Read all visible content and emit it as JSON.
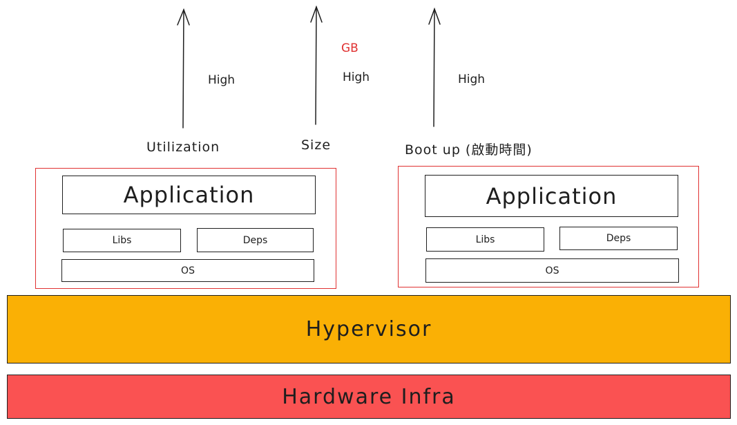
{
  "arrows": [
    {
      "label": "Utilization",
      "level": "High"
    },
    {
      "label": "Size",
      "level": "High",
      "unit": "GB"
    },
    {
      "label": "Boot up (啟動時間)",
      "level": "High"
    }
  ],
  "vms": [
    {
      "application": "Application",
      "libs": "Libs",
      "deps": "Deps",
      "os": "OS"
    },
    {
      "application": "Application",
      "libs": "Libs",
      "deps": "Deps",
      "os": "OS"
    }
  ],
  "layers": {
    "hypervisor": {
      "label": "Hypervisor",
      "color": "#fab005"
    },
    "hardware": {
      "label": "Hardware Infra",
      "color": "#fa5252"
    }
  },
  "colors": {
    "vm_border": "#e03131",
    "unit_text": "#e03131",
    "stroke": "#1e1e1e"
  }
}
